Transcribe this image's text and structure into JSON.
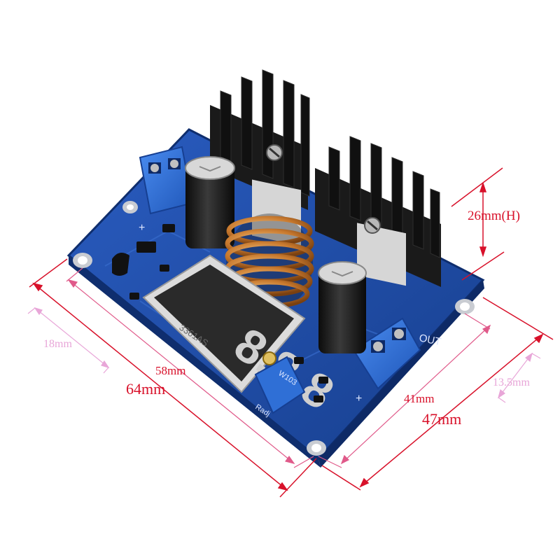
{
  "dimensions": {
    "height": "26mm(H)",
    "hole_spacing_small": "18mm",
    "hole_spacing_long": "58mm",
    "length": "64mm",
    "hole_spacing_width": "41mm",
    "width": "47mm",
    "terminal_offset": "13.5mm"
  },
  "pcb_labels": {
    "out": "OUT",
    "plus_in": "+",
    "plus_out": "+",
    "radj": "Radj",
    "trimmer": "W103",
    "display_part": "3361AS"
  },
  "colors": {
    "pcb": "#1f4fa8",
    "terminal": "#2f6fd6",
    "heatsink": "#141414",
    "coil": "#c8792e",
    "dim_red": "#d8112a",
    "dim_pink": "#e8a6d8"
  }
}
